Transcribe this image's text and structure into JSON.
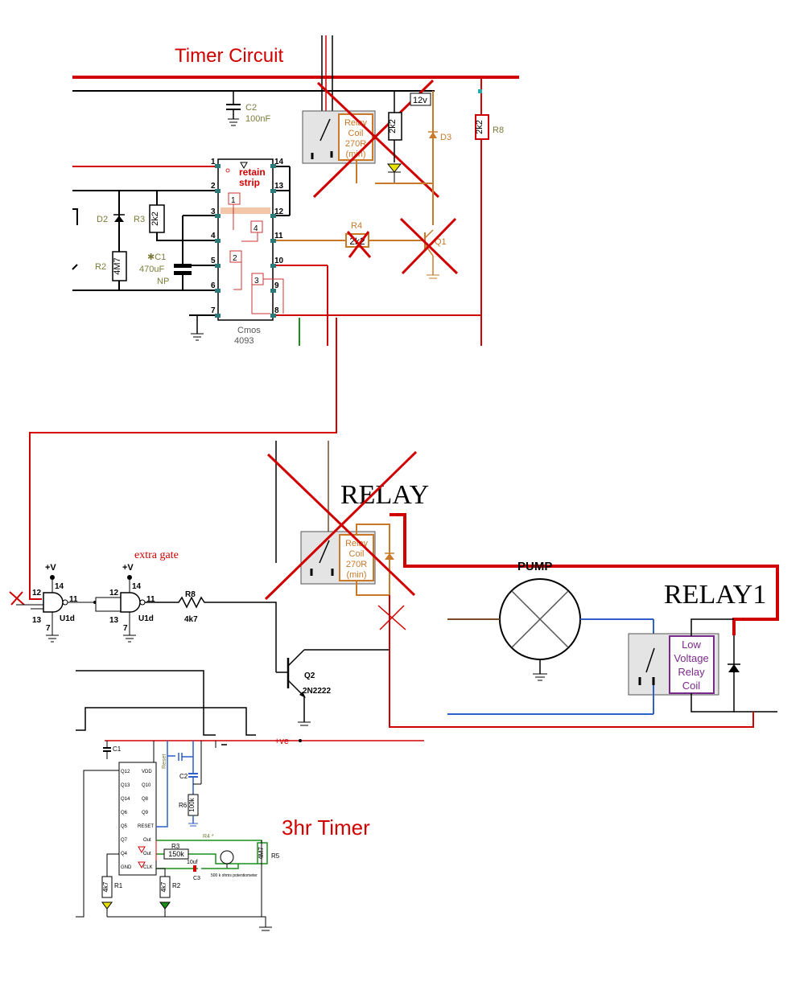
{
  "colors": {
    "wire": "#000000",
    "redwire": "#d00000",
    "orange": "#c87a2a",
    "blue": "#2f5fc8",
    "green": "#1a8f1a",
    "purple": "#7a2a8a",
    "olive": "#7b7b3a",
    "relaybox": "#e4e4e4"
  },
  "top": {
    "title": "Timer Circuit",
    "c2": {
      "name": "C2",
      "value": "100nF"
    },
    "relay_coil": [
      "Relay",
      "Coil",
      "270R",
      "(min)"
    ],
    "r_2k2": "2k2",
    "d3": "D3",
    "supply": "12v",
    "r8": "R8",
    "r8_value": "2k2",
    "retain": [
      "retain",
      "strip"
    ],
    "d2": "D2",
    "r3": "R3",
    "r3_value": "2k2",
    "c1": [
      "✱C1",
      "470uF",
      "NP"
    ],
    "r2": "R2",
    "r2_value": "4M7",
    "r4": "R4",
    "r4_value": "2k2",
    "q1": "Q1",
    "chip": [
      "Cmos",
      "4093"
    ],
    "gates": [
      "1",
      "2",
      "3",
      "4"
    ],
    "pins_left": [
      "1",
      "2",
      "3",
      "4",
      "5",
      "6",
      "7"
    ],
    "pins_right": [
      "14",
      "13",
      "12",
      "11",
      "10",
      "9",
      "8"
    ]
  },
  "middle": {
    "relay_label": "RELAY",
    "relay_coil": [
      "Relay",
      "Coil",
      "270R",
      "(min)"
    ],
    "pump": "PUMP",
    "relay1": "RELAY1",
    "relay1_coil": [
      "Low",
      "Voltage",
      "Relay",
      "Coil"
    ],
    "extra_gate": "extra gate",
    "vplus": "+V",
    "gate_pins": [
      "12",
      "13",
      "14",
      "7",
      "11"
    ],
    "gate_ref": "U1d",
    "r8": "R8",
    "r8_value": "4k7",
    "q2": "Q2",
    "q2_type": "2N2222"
  },
  "bottom": {
    "title": "3hr Timer",
    "supply": "+ve",
    "c1": "C1",
    "c2": "C2",
    "r6": "R6",
    "r6_value": "100k",
    "r3_value": "150k",
    "r3": "R3",
    "r4": "R4 *",
    "r5": "R5",
    "r5_value": "4M7",
    "c3": "C3",
    "c3_value": "10uf",
    "pot": "500 k ohms potentiometer",
    "r1": "R1",
    "r1_value": "4k7",
    "r2": "R2",
    "r2_value": "4k7",
    "reset": "RESET",
    "pins_left": [
      "Q12",
      "Q13",
      "Q14",
      "Q6",
      "Q5",
      "Q7",
      "Q4",
      "GND"
    ],
    "pins_right": [
      "VDD",
      "Q10",
      "Q8",
      "Q9",
      "RESET",
      "Out",
      "Out",
      "CLK"
    ],
    "reset_label": "Reset"
  }
}
